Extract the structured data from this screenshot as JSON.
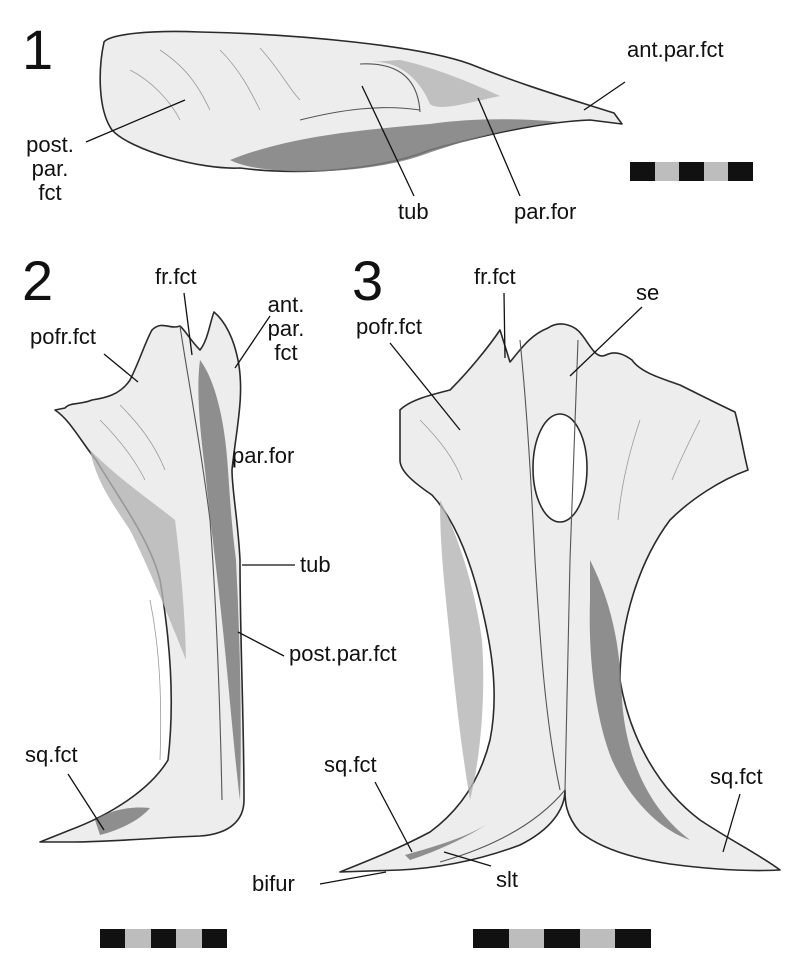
{
  "panels": [
    {
      "number": "1",
      "labels": {
        "ant_par_fct": "ant.par.fct",
        "post_par_fct": "post.\npar.\nfct",
        "tub": "tub",
        "par_for": "par.for"
      }
    },
    {
      "number": "2",
      "labels": {
        "fr_fct": "fr.fct",
        "pofr_fct": "pofr.fct",
        "ant_par_fct": "ant.\npar.\nfct",
        "par_for": "par.for",
        "tub": "tub",
        "post_par_fct": "post.par.fct",
        "sq_fct": "sq.fct"
      }
    },
    {
      "number": "3",
      "labels": {
        "fr_fct": "fr.fct",
        "se": "se",
        "pofr_fct": "pofr.fct",
        "sq_fct_left": "sq.fct",
        "sq_fct_right": "sq.fct",
        "slt": "slt",
        "bifur": "bifur"
      }
    }
  ],
  "scale_bar_colors": [
    "#111111",
    "#bdbdbd",
    "#111111",
    "#bdbdbd",
    "#111111"
  ]
}
